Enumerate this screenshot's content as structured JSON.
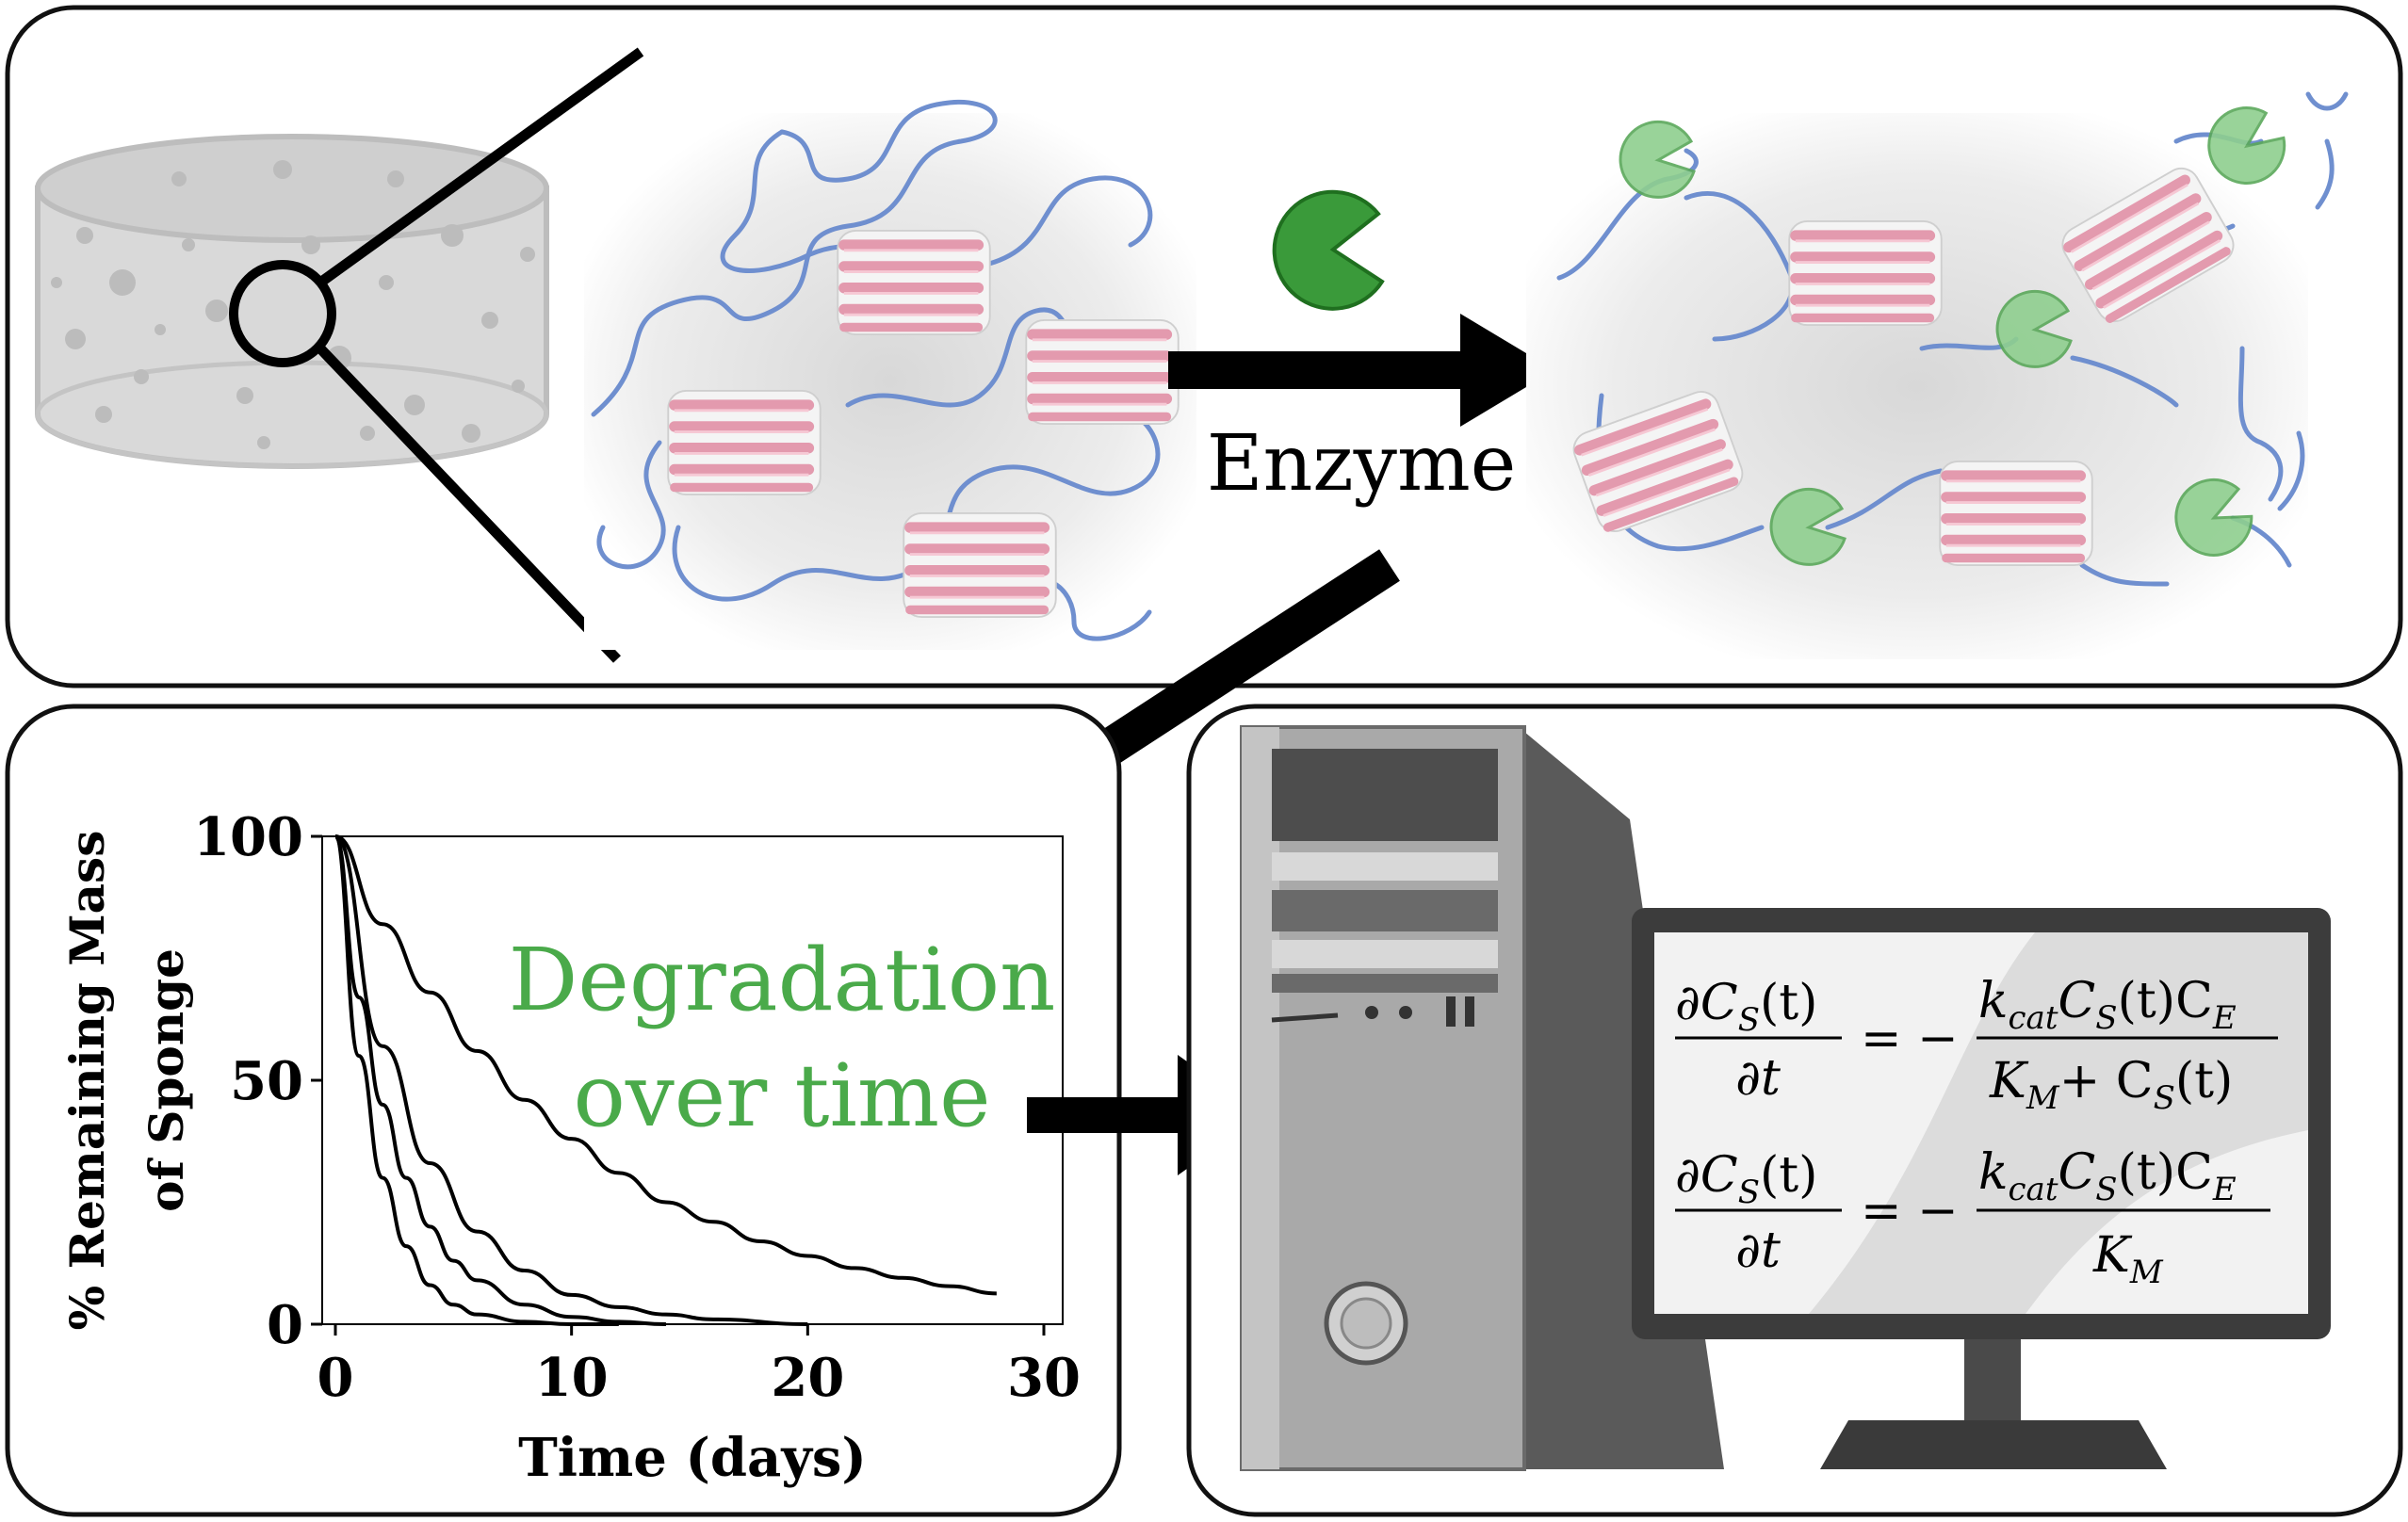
{
  "top_panel": {
    "arrow_label": "Enzyme"
  },
  "bottom_left": {
    "annotation_line1": "Degradation",
    "annotation_line2": "over time",
    "annotation_color": "#4aaa4a"
  },
  "chart_data": {
    "type": "line",
    "xlabel": "Time (days)",
    "ylabel_line1": "% Remaining Mass",
    "ylabel_line2": "of Sponge",
    "xlim": [
      0,
      30
    ],
    "ylim": [
      0,
      100
    ],
    "xticks": [
      "0",
      "10",
      "20",
      "30"
    ],
    "yticks": [
      "0",
      "50",
      "100"
    ],
    "series": [
      {
        "x": [
          0,
          1,
          2,
          3,
          4,
          5,
          6,
          8,
          10,
          12
        ],
        "values": [
          100,
          55,
          30,
          16,
          8,
          4,
          2,
          0.5,
          0,
          0
        ]
      },
      {
        "x": [
          0,
          1,
          2,
          3,
          4,
          5,
          6,
          8,
          10,
          12,
          14
        ],
        "values": [
          100,
          67,
          45,
          30,
          20,
          13,
          9,
          4,
          1.5,
          0.5,
          0
        ]
      },
      {
        "x": [
          0,
          2,
          4,
          6,
          8,
          10,
          12,
          14,
          16,
          20
        ],
        "values": [
          100,
          57,
          33,
          19,
          11,
          6,
          3.5,
          2,
          1,
          0
        ]
      },
      {
        "x": [
          0,
          2,
          4,
          6,
          8,
          10,
          12,
          14,
          16,
          18,
          20,
          22,
          24,
          26,
          28
        ],
        "values": [
          100,
          82,
          68,
          56,
          46,
          38,
          31,
          25,
          21,
          17,
          14,
          11.5,
          9.5,
          7.8,
          6.3
        ]
      }
    ]
  },
  "equations": {
    "eq1_lhs_num": "∂C",
    "eq1_lhs_sub": "S",
    "eq1_lhs_arg": "(t)",
    "eq1_lhs_den": "∂t",
    "eq1_op": "= −",
    "eq1_rhs_num": "k",
    "eq1_rhs_num_sub": "cat",
    "eq1_rhs_num_rest": "C",
    "eq1_rhs_num_rest_sub": "S",
    "eq1_rhs_num_rest2": "(t)C",
    "eq1_rhs_num_rest2_sub": "E",
    "eq1_rhs_den": "K",
    "eq1_rhs_den_sub": "M",
    "eq1_rhs_den_rest": "+ C",
    "eq1_rhs_den_rest_sub": "S",
    "eq1_rhs_den_rest2": "(t)",
    "eq2_lhs_num": "∂C",
    "eq2_lhs_sub": "S",
    "eq2_lhs_arg": "(t)",
    "eq2_lhs_den": "∂t",
    "eq2_op": "= −",
    "eq2_rhs_num": "k",
    "eq2_rhs_num_sub": "cat",
    "eq2_rhs_num_rest": "C",
    "eq2_rhs_num_rest_sub": "S",
    "eq2_rhs_num_rest2": "(t)C",
    "eq2_rhs_num_rest2_sub": "E",
    "eq2_rhs_den": "K",
    "eq2_rhs_den_sub": "M"
  },
  "colors": {
    "enzyme": "#3a9a3a",
    "enzyme_light": "#8fcf8f",
    "strand": "#e0a0b0",
    "loop": "#6f8fcf"
  }
}
